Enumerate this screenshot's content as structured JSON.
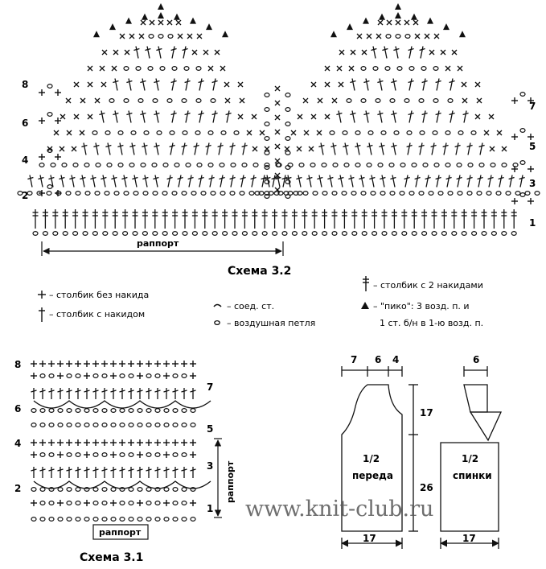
{
  "scheme_32": {
    "title": "Схема 3.2",
    "rapport_label": "раппорт",
    "rows_left": [
      "8",
      "6",
      "4",
      "2"
    ],
    "rows_right": [
      "7",
      "5",
      "3",
      "1"
    ]
  },
  "legend": {
    "sc": "– столбик без накида",
    "dc": "– столбик с накидом",
    "slst": "– соед. ст.",
    "ch": "– воздушная петля",
    "tr": "– столбик с 2 накидами",
    "picot_line1": "– \"пико\": 3 возд. п. и",
    "picot_line2": "1 ст. б/н в 1-ю возд. п."
  },
  "scheme_31": {
    "title": "Схема 3.1",
    "rapport_label": "раппорт",
    "rapport_vertical": "раппорт",
    "rows_left": [
      "8",
      "6",
      "4",
      "2"
    ],
    "rows_right": [
      "7",
      "5",
      "3",
      "1"
    ]
  },
  "front_pattern": {
    "top_widths": [
      "7",
      "6",
      "4"
    ],
    "heights": [
      "17",
      "26"
    ],
    "label_line1": "1/2",
    "label_line2": "переда",
    "bottom_width": "17"
  },
  "back_pattern": {
    "top_width": "6",
    "label_line1": "1/2",
    "label_line2": "спинки",
    "bottom_width": "17"
  },
  "watermark": "www.knit-club.ru"
}
